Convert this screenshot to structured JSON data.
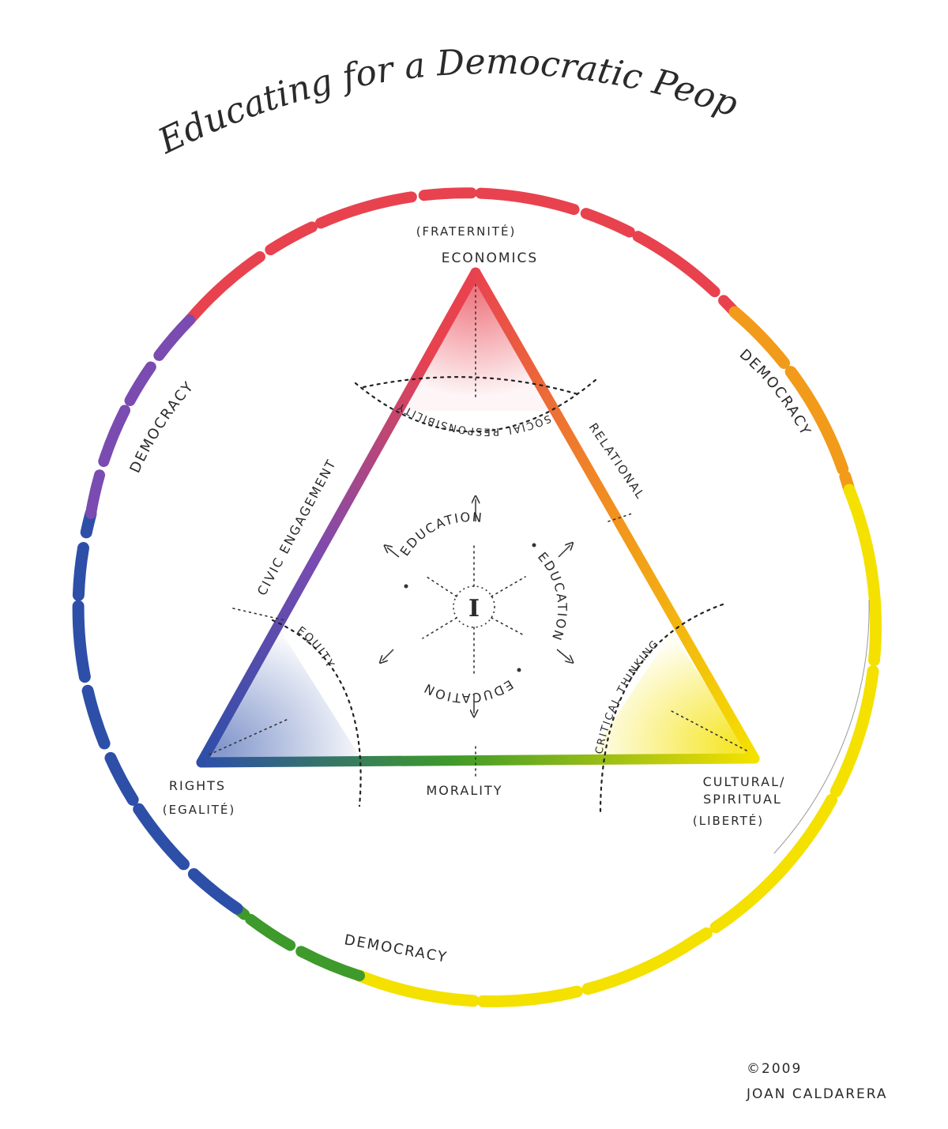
{
  "title": "Educating for a Democratic People",
  "colors": {
    "red": "#e8424f",
    "yellow": "#f4e100",
    "blue": "#2d4fa8",
    "purple": "#7a4bb0",
    "green": "#3e9a2a",
    "orange": "#f29a1a",
    "ink": "#2a2a2a"
  },
  "vertices": {
    "top": {
      "label": "ECONOMICS",
      "sublabel": "(FRATERNITÉ)"
    },
    "left": {
      "label": "RIGHTS",
      "sublabel": "(EGALITÉ)"
    },
    "right": {
      "label_line1": "CULTURAL/",
      "label_line2": "SPIRITUAL",
      "sublabel": "(LIBERTÉ)"
    }
  },
  "sides": {
    "left": "CIVIC ENGAGEMENT",
    "right": "RELATIONAL",
    "bottom": "MORALITY"
  },
  "corner_arcs": {
    "top": "SOCIAL RESPONSIBILITY",
    "left": "EQUITY",
    "right": "CRITICAL THINKING"
  },
  "circle_labels": {
    "upper_left": "DEMOCRACY",
    "upper_right": "DEMOCRACY",
    "bottom": "DEMOCRACY"
  },
  "center": {
    "core": "I",
    "ring_word": "EDUCATION"
  },
  "signature": {
    "line1": "©2009",
    "line2": "JOAN CALDARERA"
  }
}
